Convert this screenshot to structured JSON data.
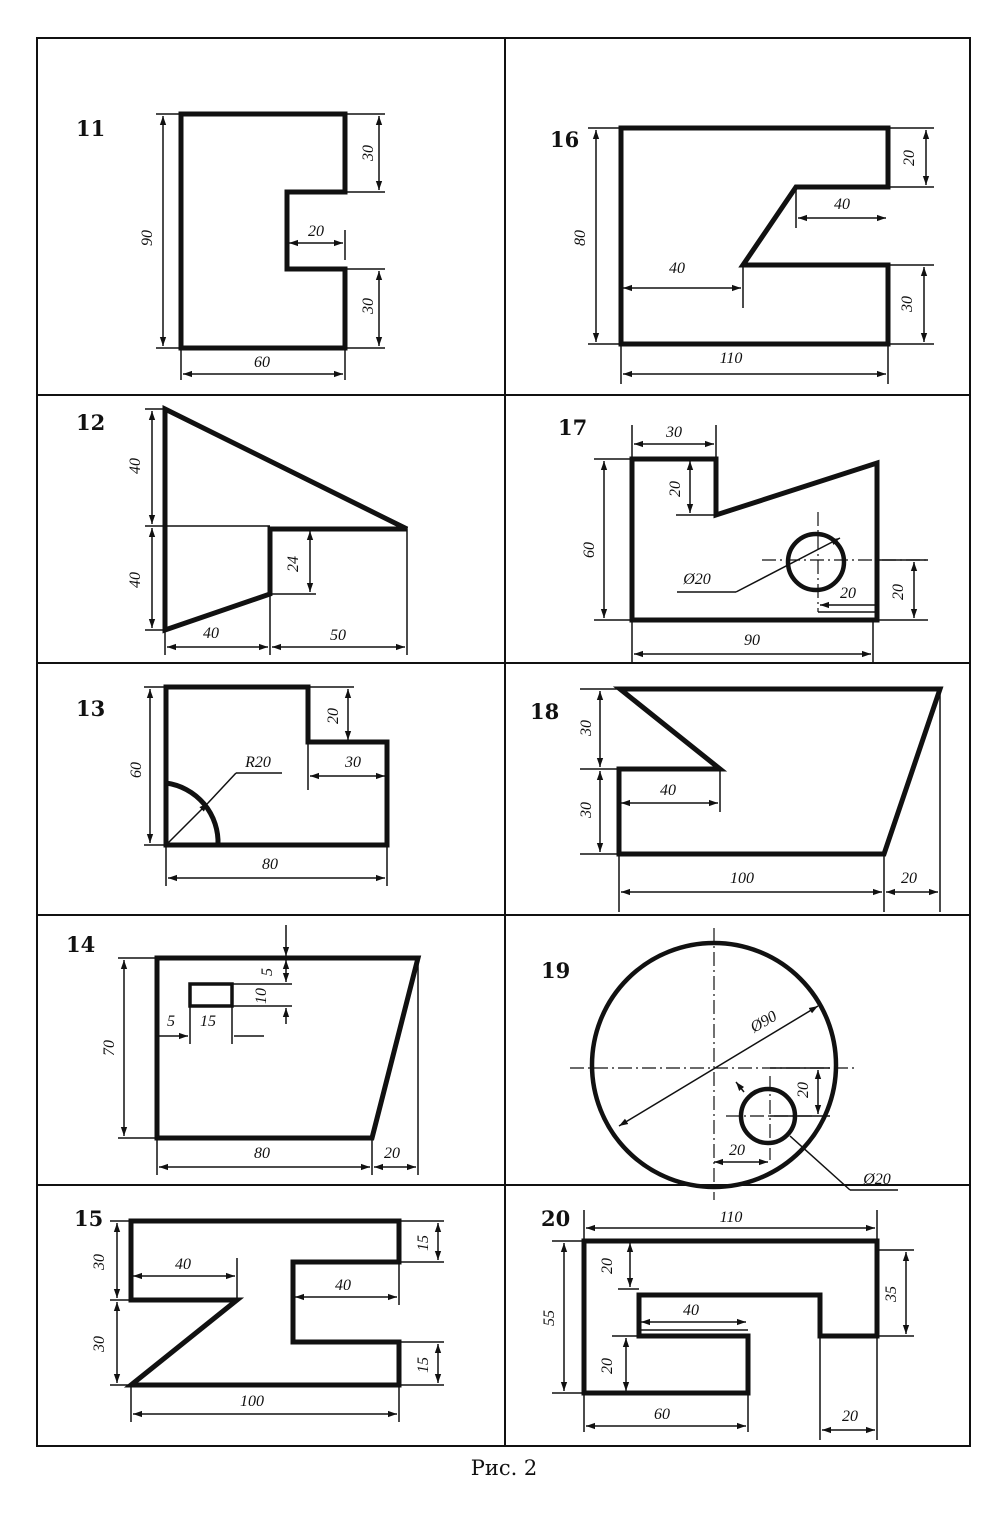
{
  "caption": "Рис. 2",
  "figures": [
    {
      "number": "11",
      "dims": [
        "90",
        "30",
        "20",
        "30",
        "60"
      ]
    },
    {
      "number": "12",
      "dims": [
        "40",
        "40",
        "24",
        "40",
        "50"
      ]
    },
    {
      "number": "13",
      "dims": [
        "60",
        "20",
        "30",
        "R20",
        "80"
      ]
    },
    {
      "number": "14",
      "dims": [
        "70",
        "5",
        "10",
        "5",
        "15",
        "80",
        "20"
      ]
    },
    {
      "number": "15",
      "dims": [
        "30",
        "30",
        "40",
        "40",
        "15",
        "15",
        "100"
      ]
    },
    {
      "number": "16",
      "dims": [
        "80",
        "20",
        "40",
        "40",
        "30",
        "110"
      ]
    },
    {
      "number": "17",
      "dims": [
        "30",
        "20",
        "60",
        "Ø20",
        "20",
        "20",
        "90"
      ]
    },
    {
      "number": "18",
      "dims": [
        "30",
        "30",
        "40",
        "100",
        "20"
      ]
    },
    {
      "number": "19",
      "dims": [
        "Ø90",
        "20",
        "20",
        "Ø20"
      ]
    },
    {
      "number": "20",
      "dims": [
        "110",
        "20",
        "40",
        "55",
        "20",
        "35",
        "60",
        "20"
      ]
    }
  ]
}
